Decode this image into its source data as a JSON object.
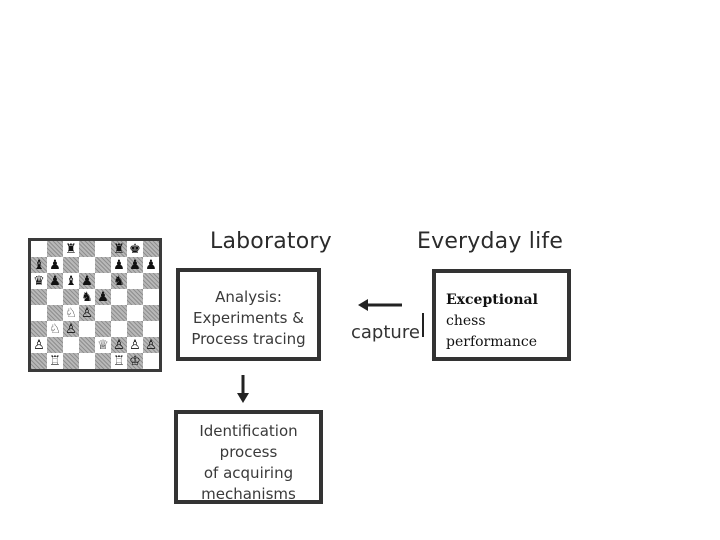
{
  "headers": {
    "laboratory": "Laboratory",
    "everyday_life": "Everyday life"
  },
  "analysis_box": {
    "line1": "Analysis:",
    "line2": "Experiments &",
    "line3": "Process tracing"
  },
  "arrow_label": "capture",
  "everyday_box": {
    "line1": "Exceptional",
    "line2": "chess",
    "line3": "performance"
  },
  "identification_box": {
    "line1": "Identification",
    "line2": "process",
    "line3": "of acquiring",
    "line4": "mechanisms"
  },
  "chess_board": {
    "rows": [
      [
        "",
        "",
        "♜",
        "",
        "",
        "♜",
        "♚",
        ""
      ],
      [
        "♝",
        "♟",
        "",
        "",
        "",
        "♟",
        "♟",
        "♟"
      ],
      [
        "♛",
        "♟",
        "♝",
        "♟",
        "",
        "♞",
        "",
        ""
      ],
      [
        "",
        "",
        "",
        "♞",
        "♟",
        "",
        "",
        ""
      ],
      [
        "",
        "",
        "♘",
        "♙",
        "",
        "",
        "",
        ""
      ],
      [
        "",
        "♘",
        "♙",
        "",
        "",
        "",
        "",
        ""
      ],
      [
        "♙",
        "",
        "",
        "",
        "♕",
        "♙",
        "♙",
        "♙"
      ],
      [
        "",
        "♖",
        "",
        "",
        "",
        "♖",
        "♔",
        ""
      ]
    ]
  }
}
